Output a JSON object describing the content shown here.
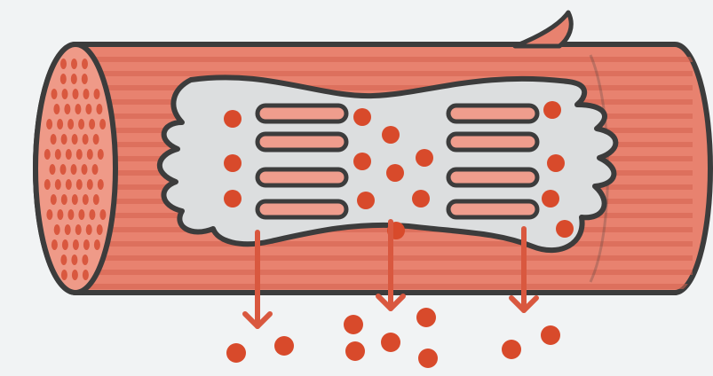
{
  "figure": {
    "subject": "muscle-fiber-cross-section-with-sarcoplasmic-reticulum-releasing-calcium-ions",
    "colors": {
      "background": "#f1f3f4",
      "fiber": "#e8826f",
      "fiber_stripe": "#d4624f",
      "fiber_end": "#ef9a88",
      "fiber_dots": "#d9583f",
      "outline": "#3c3c3c",
      "reticulum": "#dcdedf",
      "tubule": "#ef9d8d",
      "ion": "#d84a2b",
      "arrow": "#d9583f"
    },
    "counts": {
      "tubules": 8,
      "ions_inside": 15,
      "ions_released": 9,
      "release_arrows": 3
    },
    "icons": [
      "muscle-fiber",
      "sarcoplasmic-reticulum",
      "calcium-ion",
      "arrow-down"
    ]
  }
}
